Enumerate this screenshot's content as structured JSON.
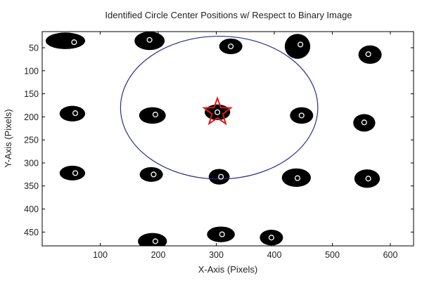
{
  "chart_data": {
    "type": "scatter",
    "title": "Identified Circle Center Positions w/ Respect to Binary Image",
    "xlabel": "X-Axis (Pixels)",
    "ylabel": "Y-Axis (Pixels)",
    "xlim": [
      0,
      640
    ],
    "ylim": [
      480,
      15
    ],
    "y_reversed": true,
    "grid": false,
    "xticks": [
      100,
      200,
      300,
      400,
      500,
      600
    ],
    "yticks": [
      50,
      100,
      150,
      200,
      250,
      300,
      350,
      400,
      450
    ],
    "blobs": [
      {
        "x": 40,
        "y": 35,
        "rx": 34,
        "ry": 18
      },
      {
        "x": 185,
        "y": 35,
        "rx": 26,
        "ry": 20
      },
      {
        "x": 325,
        "y": 47,
        "rx": 20,
        "ry": 17
      },
      {
        "x": 440,
        "y": 47,
        "rx": 22,
        "ry": 27
      },
      {
        "x": 565,
        "y": 65,
        "rx": 20,
        "ry": 20
      },
      {
        "x": 52,
        "y": 193,
        "rx": 22,
        "ry": 17
      },
      {
        "x": 190,
        "y": 197,
        "rx": 23,
        "ry": 18
      },
      {
        "x": 302,
        "y": 190,
        "rx": 22,
        "ry": 17
      },
      {
        "x": 447,
        "y": 197,
        "rx": 20,
        "ry": 18
      },
      {
        "x": 555,
        "y": 213,
        "rx": 19,
        "ry": 19
      },
      {
        "x": 52,
        "y": 322,
        "rx": 22,
        "ry": 16
      },
      {
        "x": 188,
        "y": 325,
        "rx": 20,
        "ry": 16
      },
      {
        "x": 305,
        "y": 330,
        "rx": 18,
        "ry": 17
      },
      {
        "x": 438,
        "y": 332,
        "rx": 25,
        "ry": 20
      },
      {
        "x": 560,
        "y": 334,
        "rx": 22,
        "ry": 20
      },
      {
        "x": 190,
        "y": 470,
        "rx": 25,
        "ry": 18
      },
      {
        "x": 308,
        "y": 455,
        "rx": 24,
        "ry": 17
      },
      {
        "x": 395,
        "y": 462,
        "rx": 20,
        "ry": 17
      }
    ],
    "centers": [
      {
        "x": 55,
        "y": 38
      },
      {
        "x": 185,
        "y": 33
      },
      {
        "x": 325,
        "y": 47
      },
      {
        "x": 445,
        "y": 43
      },
      {
        "x": 562,
        "y": 64
      },
      {
        "x": 57,
        "y": 192
      },
      {
        "x": 195,
        "y": 195
      },
      {
        "x": 302,
        "y": 190
      },
      {
        "x": 447,
        "y": 197
      },
      {
        "x": 555,
        "y": 212
      },
      {
        "x": 57,
        "y": 322
      },
      {
        "x": 192,
        "y": 325
      },
      {
        "x": 308,
        "y": 330
      },
      {
        "x": 440,
        "y": 333
      },
      {
        "x": 562,
        "y": 334
      },
      {
        "x": 195,
        "y": 470
      },
      {
        "x": 310,
        "y": 455
      },
      {
        "x": 395,
        "y": 462
      }
    ],
    "selected_center": {
      "x": 302,
      "y": 190
    },
    "fitted_circle": {
      "cx": 305,
      "cy": 180,
      "rx": 170,
      "ry": 155
    },
    "colors": {
      "blob": "#000000",
      "center_marker": "#ffffff",
      "circle": "#2a2a8c",
      "star": "#e01818"
    }
  }
}
